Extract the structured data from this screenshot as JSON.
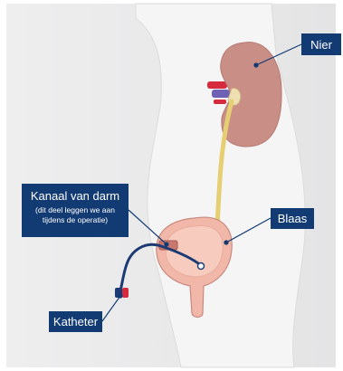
{
  "labels": {
    "nier": "Nier",
    "blaas": "Blaas",
    "katheter": "Katheter",
    "kanaal_title": "Kanaal van darm",
    "kanaal_sub_1": "(dit deel leggen we aan",
    "kanaal_sub_2": "tijdens de operatie)"
  },
  "colors": {
    "label_bg": "#123a73",
    "label_text": "#ffffff",
    "kidney": "#c98f86",
    "ureter": "#e6cf73",
    "bladder": "#f1b7a8",
    "catheter": "#1c3a73",
    "body_background": "#e9e9ea"
  }
}
